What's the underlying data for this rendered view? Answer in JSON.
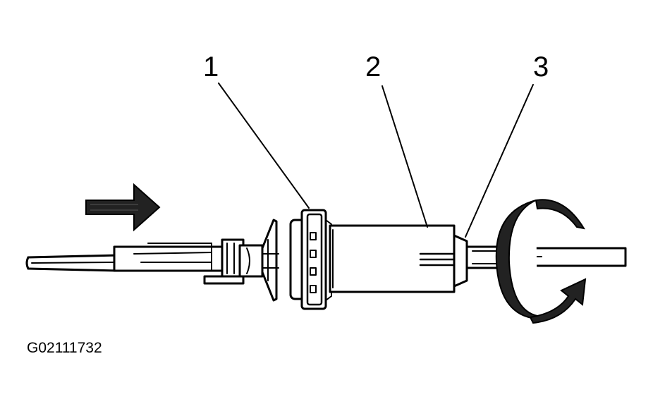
{
  "figure": {
    "callouts": [
      {
        "id": "1",
        "label": "1"
      },
      {
        "id": "2",
        "label": "2"
      },
      {
        "id": "3",
        "label": "3"
      }
    ],
    "code": "G02111732"
  },
  "colors": {
    "line": "#000000",
    "background": "#ffffff",
    "arrow_fill": "#222222"
  },
  "icons": {
    "push_direction": "right-arrow-icon",
    "rotation_direction": "rotate-arrow-icon"
  }
}
